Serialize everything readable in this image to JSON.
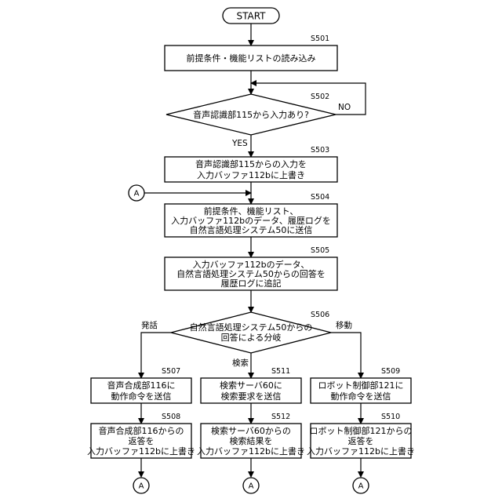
{
  "start": {
    "label": "START"
  },
  "steps": {
    "S501": {
      "id": "S501",
      "lines": [
        "前提条件・機能リストの読み込み"
      ]
    },
    "S502": {
      "id": "S502",
      "lines": [
        "音声認識部115から入力あり?"
      ]
    },
    "S503": {
      "id": "S503",
      "lines": [
        "音声認識部115からの入力を",
        "入力バッファ112bに上書き"
      ]
    },
    "S504": {
      "id": "S504",
      "lines": [
        "前提条件、機能リスト、",
        "入力バッファ112bのデータ、履歴ログを",
        "自然言語処理システム50に送信"
      ]
    },
    "S505": {
      "id": "S505",
      "lines": [
        "入力バッファ112bのデータ、",
        "自然言語処理システム50からの回答を",
        "履歴ログに追記"
      ]
    },
    "S506": {
      "id": "S506",
      "lines": [
        "自然言語処理システム50からの",
        "回答による分岐"
      ]
    },
    "S507": {
      "id": "S507",
      "lines": [
        "音声合成部116に",
        "動作命令を送信"
      ]
    },
    "S508": {
      "id": "S508",
      "lines": [
        "音声合成部116からの",
        "返答を",
        "入力バッファ112bに上書き"
      ]
    },
    "S511": {
      "id": "S511",
      "lines": [
        "検索サーバ60に",
        "検索要求を送信"
      ]
    },
    "S512": {
      "id": "S512",
      "lines": [
        "検索サーバ60からの",
        "検索結果を",
        "入力バッファ112bに上書き"
      ]
    },
    "S509": {
      "id": "S509",
      "lines": [
        "ロボット制御部121に",
        "動作命令を送信"
      ]
    },
    "S510": {
      "id": "S510",
      "lines": [
        "ロボット制御部121からの",
        "返答を",
        "入力バッファ112bに上書き"
      ]
    }
  },
  "branches": {
    "yes": "YES",
    "no": "NO",
    "speech": "発話",
    "search": "検索",
    "move": "移動"
  },
  "connector": {
    "label": "A"
  }
}
